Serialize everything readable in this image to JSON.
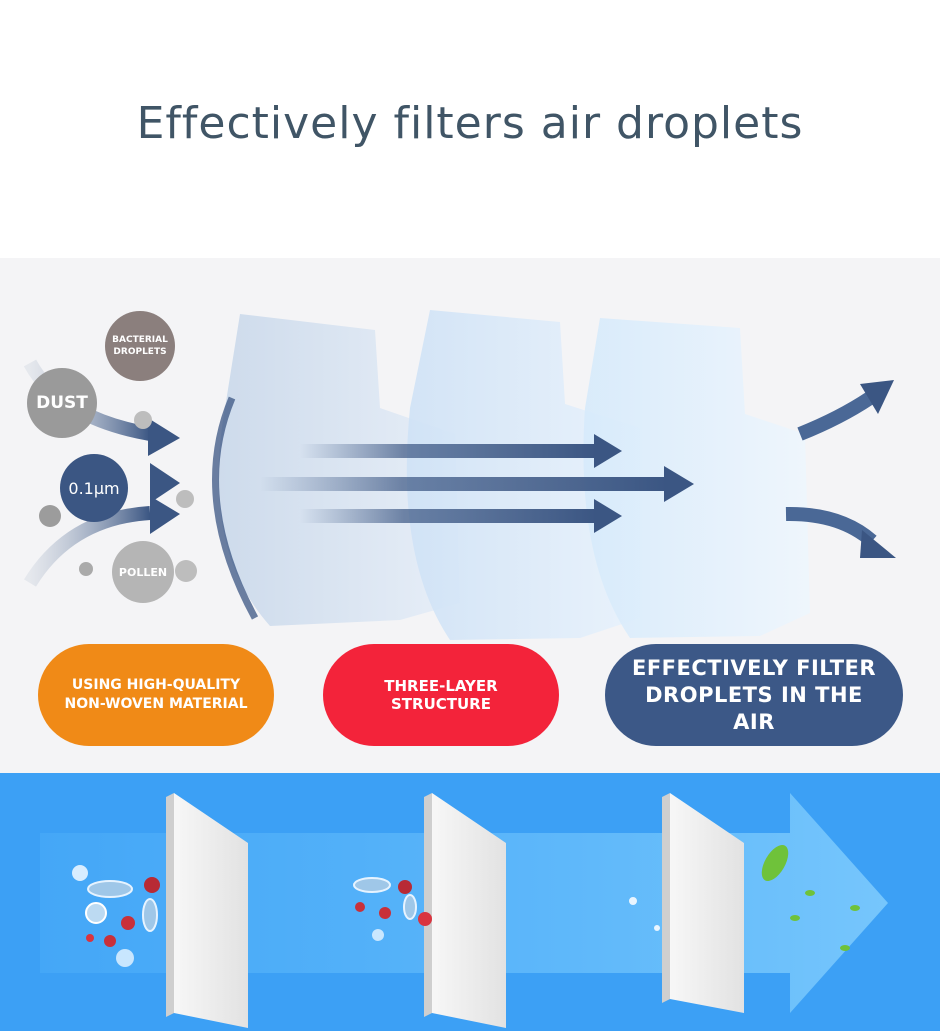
{
  "header": {
    "title": "Effectively filters air droplets"
  },
  "particles": {
    "bacterial": "BACTERIAL DROPLETS",
    "dust": "DUST",
    "size": "0.1μm",
    "pollen": "POLLEN"
  },
  "features": {
    "material": "USING HIGH-QUALITY NON-WOVEN MATERIAL",
    "structure": "THREE-LAYER STRUCTURE",
    "effect": "EFFECTIVELY FILTER DROPLETS IN THE AIR"
  },
  "colors": {
    "title_text": "#405566",
    "material_pill": "#f08a17",
    "structure_pill": "#f3233a",
    "effect_pill": "#3c5887",
    "arrow_blue": "#3b5683",
    "band_blue": "#3ca0f5"
  }
}
